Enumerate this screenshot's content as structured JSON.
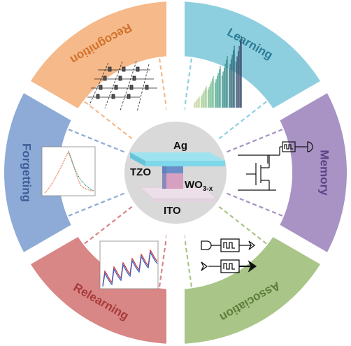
{
  "segments": [
    {
      "id": "learning",
      "label": "Learning",
      "color": "#8ecfdf",
      "text_color": "#2a7d97"
    },
    {
      "id": "memory",
      "label": "Memory",
      "color": "#a893c4",
      "text_color": "#5b4286"
    },
    {
      "id": "association",
      "label": "Association",
      "color": "#a9c587",
      "text_color": "#5d7d3a"
    },
    {
      "id": "relearning",
      "label": "Relearning",
      "color": "#d98686",
      "text_color": "#a73b3b"
    },
    {
      "id": "forgetting",
      "label": "Forgetting",
      "color": "#8eaad6",
      "text_color": "#3d5f98"
    },
    {
      "id": "recognition",
      "label": "Recognition",
      "color": "#f6b98a",
      "text_color": "#d1722a"
    }
  ],
  "device": {
    "top_electrode": "Ag",
    "layer_left": "TZO",
    "layer_right_main": "WO",
    "layer_right_sub": "3-x",
    "bottom_electrode": "ITO"
  },
  "colors": {
    "hub": "#d9d9d9",
    "electrode_top": "#7fd7ea",
    "column_blue": "#6a8fc8",
    "column_pink": "#d6a0c0",
    "substrate": "#ecdfe9"
  }
}
